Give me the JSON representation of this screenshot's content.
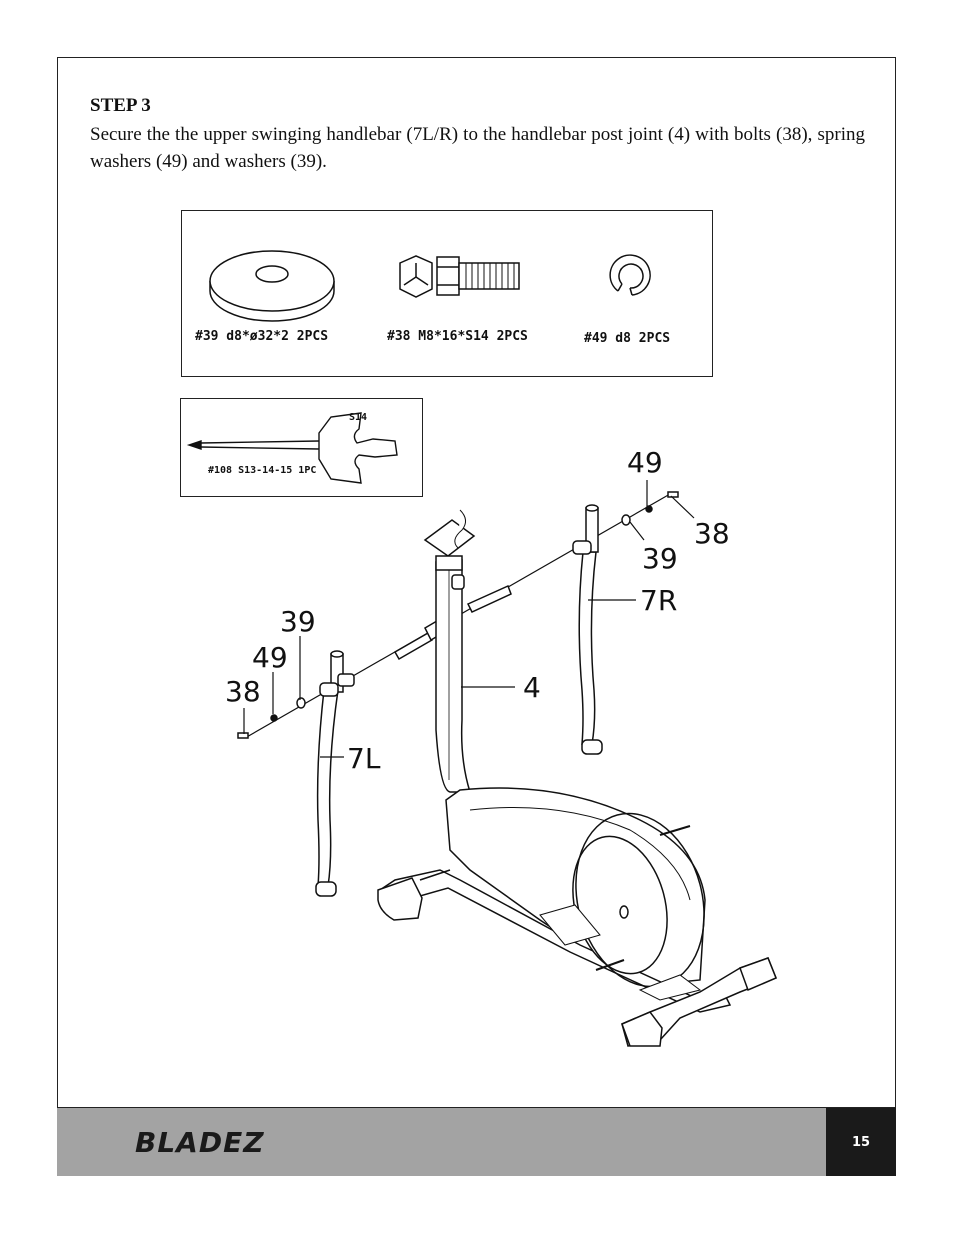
{
  "step": {
    "title": "STEP 3",
    "text": "Secure the the upper swinging handlebar (7L/R) to the handlebar post joint (4) with bolts (38), spring washers (49) and washers (39)."
  },
  "parts": [
    {
      "label": "#39 d8*ø32*2 2PCS"
    },
    {
      "label": "#38 M8*16*S14 2PCS"
    },
    {
      "label": "#49 d8 2PCS"
    }
  ],
  "tool": {
    "label": "#108 S13-14-15 1PC",
    "size_mark": "S14"
  },
  "callouts": {
    "c49_right": "49",
    "c38_right": "38",
    "c39_right": "39",
    "c7r": "7R",
    "c4": "4",
    "c39_left": "39",
    "c49_left": "49",
    "c38_left": "38",
    "c7l": "7L"
  },
  "footer": {
    "brand": "BLADEZ",
    "page_number": "15"
  }
}
